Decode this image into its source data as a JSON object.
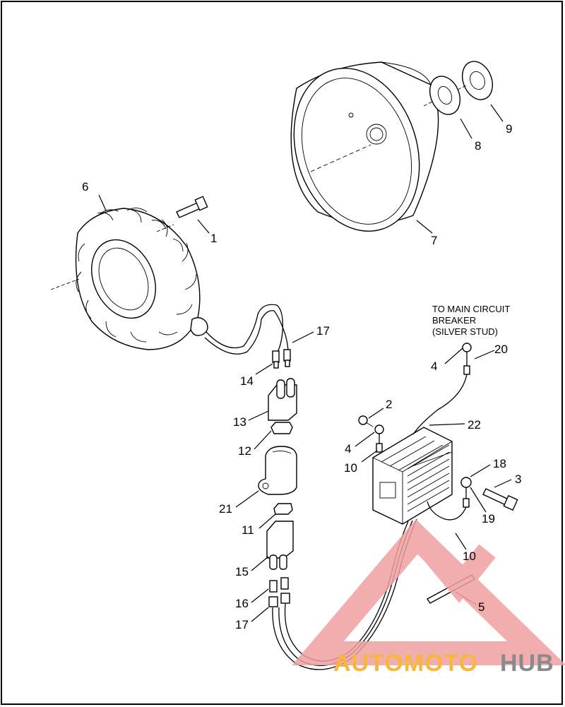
{
  "callouts": {
    "c1": "1",
    "c2": "2",
    "c3": "3",
    "c4a": "4",
    "c4b": "4",
    "c5": "5",
    "c6": "6",
    "c7": "7",
    "c8": "8",
    "c9": "9",
    "c10a": "10",
    "c10b": "10",
    "c11": "11",
    "c12": "12",
    "c13": "13",
    "c14": "14",
    "c15": "15",
    "c16": "16",
    "c17a": "17",
    "c17b": "17",
    "c18": "18",
    "c19": "19",
    "c20": "20",
    "c21": "21",
    "c22": "22"
  },
  "note": {
    "line1": "TO MAIN CIRCUIT",
    "line2": "BREAKER",
    "line3": "(SILVER STUD)"
  },
  "watermark": {
    "part1": "AUTOMOTO",
    "part2": "HUB",
    "color_accent": "#f0a0a0",
    "color_orange": "#f5b83c",
    "color_gray": "#8a8a8a"
  }
}
